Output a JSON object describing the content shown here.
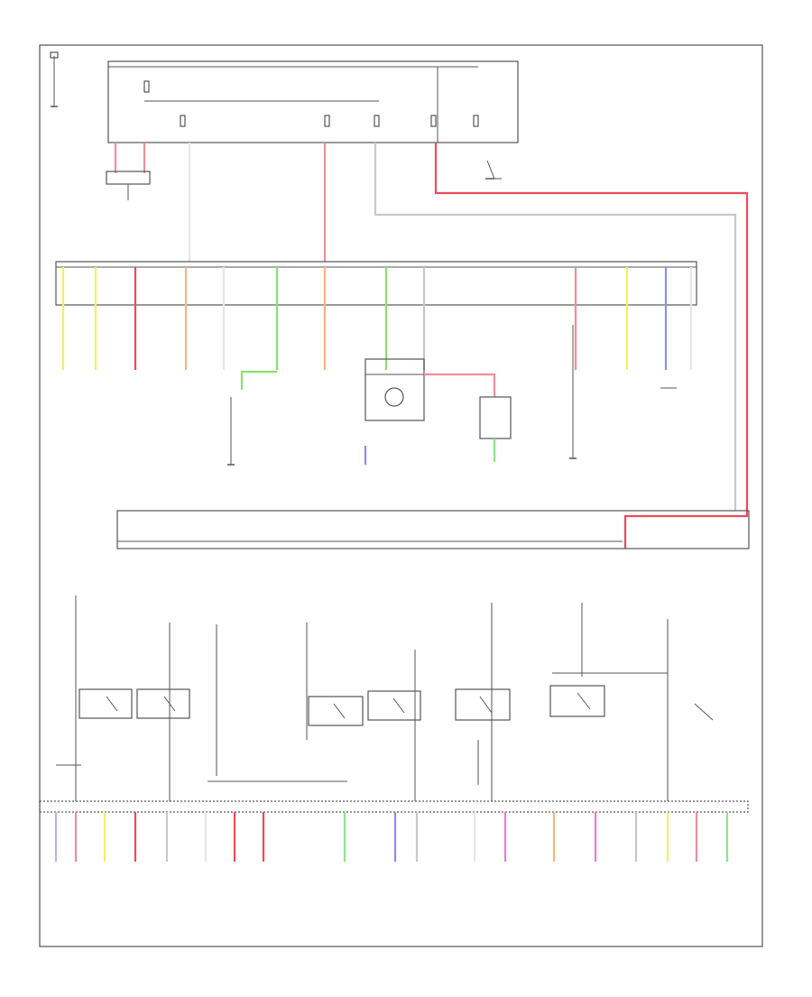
{
  "diagram": {
    "page_code": "",
    "colors": {
      "frame": "#555555",
      "wire_gray": "#c8c8c8",
      "wire_pink": "#f08d9a",
      "wire_red": "#ee4a5a",
      "wire_yellow": "#f3ee66",
      "wire_orange": "#f7b57a",
      "wire_green": "#8be06b",
      "wire_blue": "#8d8df2",
      "wire_purple": "#b8b2ee",
      "wire_magenta": "#ea79e0",
      "wire_lightgreen": "#8fe38f",
      "wire_white": "#e6e6e6"
    },
    "top_wires": [
      {
        "id": "w1",
        "color": "#f08d9a"
      },
      {
        "id": "w2",
        "color": "#f08d9a"
      },
      {
        "id": "w3",
        "color": "#e6e6e6"
      },
      {
        "id": "w4",
        "color": "#f08d9a"
      },
      {
        "id": "w5",
        "color": "#c8c8c8"
      },
      {
        "id": "w6",
        "color": "#ee4a5a"
      }
    ],
    "mid_drops": [
      {
        "color": "#f3ee66"
      },
      {
        "color": "#f3ee66"
      },
      {
        "color": "#ee4a5a"
      },
      {
        "color": "#f7b57a"
      },
      {
        "color": "#e6e6e6"
      },
      {
        "color": "#8be06b"
      },
      {
        "color": "#f7b57a"
      },
      {
        "color": "#8be06b"
      },
      {
        "color": "#c8c8c8"
      },
      {
        "color": "#f08d9a"
      },
      {
        "color": "#f3ee66"
      },
      {
        "color": "#8d8df2"
      },
      {
        "color": "#e6e6e6"
      }
    ],
    "bottom_drops": [
      {
        "color": "#b8b2ee"
      },
      {
        "color": "#f08d9a"
      },
      {
        "color": "#f3ee66"
      },
      {
        "color": "#ee4a5a"
      },
      {
        "color": "#c8c8c8"
      },
      {
        "color": "#e6e6e6"
      },
      {
        "color": "#ee4a5a"
      },
      {
        "color": "#ee4a5a"
      },
      {
        "color": "#8fe38f"
      },
      {
        "color": "#8d8df2"
      },
      {
        "color": "#c8c8c8"
      },
      {
        "color": "#e6e6e6"
      },
      {
        "color": "#ea79e0"
      },
      {
        "color": "#f7b57a"
      },
      {
        "color": "#ea79e0"
      },
      {
        "color": "#c8c8c8"
      },
      {
        "color": "#f3ee66"
      },
      {
        "color": "#f08d9a"
      },
      {
        "color": "#8fe38f"
      }
    ]
  }
}
